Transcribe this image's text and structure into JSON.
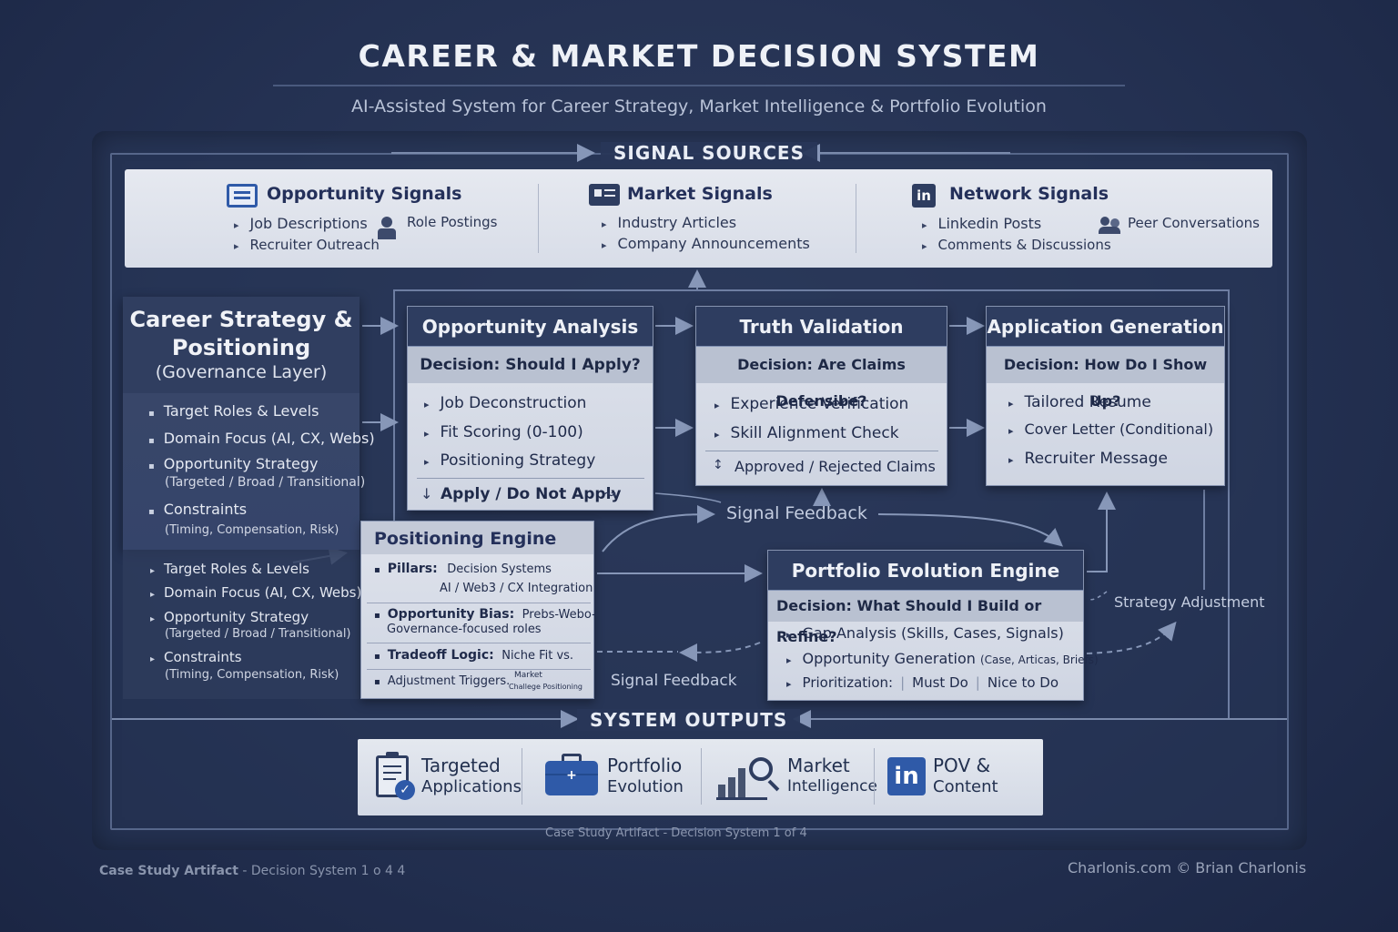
{
  "header": {
    "title": "CAREER & MARKET DECISION SYSTEM",
    "subtitle": "AI-Assisted System for Career Strategy, Market Intelligence & Portfolio Evolution"
  },
  "signal_sources": {
    "label": "SIGNAL SOURCES",
    "opportunity": {
      "title": "Opportunity Signals",
      "items": [
        "Job Descriptions",
        "Recruiter Outreach",
        "Role Postings"
      ]
    },
    "market": {
      "title": "Market Signals",
      "items": [
        "Industry Articles",
        "Company Announcements"
      ]
    },
    "network": {
      "title": "Network Signals",
      "items": [
        "Linkedin Posts",
        "Comments & Discussions",
        "Peer Conversations"
      ]
    }
  },
  "governance": {
    "title_line1": "Career Strategy &",
    "title_line2": "Positioning",
    "title_line3": "(Governance Layer)",
    "items": [
      {
        "label": "Target Roles & Levels",
        "sub": ""
      },
      {
        "label": "Domain Focus (AI, CX, Webs)",
        "sub": ""
      },
      {
        "label": "Opportunity Strategy",
        "sub": "(Targeted / Broad /  Transitional)"
      },
      {
        "label": "Constraints",
        "sub": "(Timing, Compensation, Risk)"
      }
    ],
    "items_repeat": [
      {
        "label": "Target Roles & Levels",
        "sub": ""
      },
      {
        "label": "Domain Focus (AI, CX, Webs)",
        "sub": ""
      },
      {
        "label": "Opportunity Strategy",
        "sub": "(Targeted / Broad / Transitional)"
      },
      {
        "label": "Constraints",
        "sub": "(Timing, Compensation, Risk)"
      }
    ]
  },
  "opportunity_analysis": {
    "title": "Opportunity Analysis",
    "decision": "Decision: Should I Apply?",
    "items": [
      "Job Deconstruction",
      "Fit Scoring (0-100)",
      "Positioning Strategy"
    ],
    "outcome": "Apply / Do Not Apply"
  },
  "truth_validation": {
    "title": "Truth Validation",
    "decision": "Decision: Are Claims Defensibe?",
    "items": [
      "Experience Verification",
      "Skill Alignment Check"
    ],
    "outcome": "Approved / Rejected Claims"
  },
  "application_generation": {
    "title": "Application Generation",
    "decision": "Decision: How Do I Show Up?",
    "items": [
      "Tailored Resume",
      "Cover Letter (Conditional)",
      "Recruiter Message"
    ]
  },
  "positioning_engine": {
    "title": "Positioning Engine",
    "pillars_label": "Pillars:",
    "pillars_value": "Decision Systems",
    "pillars_value2": "AI / Web3 / CX Integration",
    "bias_label": "Opportunity Bias:",
    "bias_value": "Prebs-Webo-",
    "bias_value2": "Governance-focused roles",
    "tradeoff_label": "Tradeoff Logic:",
    "tradeoff_value": "Niche Fit vs.",
    "triggers_label": "Adjustment Triggers.",
    "triggers_value": "Market",
    "triggers_value2": "Challege Positioning"
  },
  "portfolio_engine": {
    "title": "Portfolio Evolution Engine",
    "decision": "Decision: What Should I Build or Refine?",
    "item1": "Gap Analysis (Skills, Cases, Signals)",
    "item2": "Opportunity Generation",
    "item2_sub": "(Case, Articas, Briefs)",
    "item3_label": "Prioritization:",
    "item3_a": "Must Do",
    "item3_b": "Nice to Do"
  },
  "flow_labels": {
    "signal_feedback_top": "Signal Feedback",
    "signal_feedback_bottom": "Signal Feedback",
    "strategy_adjustment": "Strategy Adjustment"
  },
  "system_outputs": {
    "label": "SYSTEM OUTPUTS",
    "items": [
      {
        "line1": "Targeted",
        "line2": "Applications",
        "icon": "clipboard-check-icon"
      },
      {
        "line1": "Portfolio",
        "line2": "Evolution",
        "icon": "briefcase-icon"
      },
      {
        "line1": "Market",
        "line2": "Intelligence",
        "icon": "bar-chart-magnifier-icon"
      },
      {
        "line1": "POV &",
        "line2": "Content",
        "icon": "linkedin-icon"
      }
    ]
  },
  "footer": {
    "center": "Case Study Artifact  -  Decision System 1 of 4",
    "left_bold": "Case Study Artifact",
    "left_rest": " -  Decision System 1 o 4  4",
    "right": "Charlonis.com © Brian Charlonis"
  },
  "colors": {
    "background": "#243152",
    "card": "#dfe3ec",
    "card_header": "#2e3d60",
    "accent_blue": "#2f5aa8"
  }
}
